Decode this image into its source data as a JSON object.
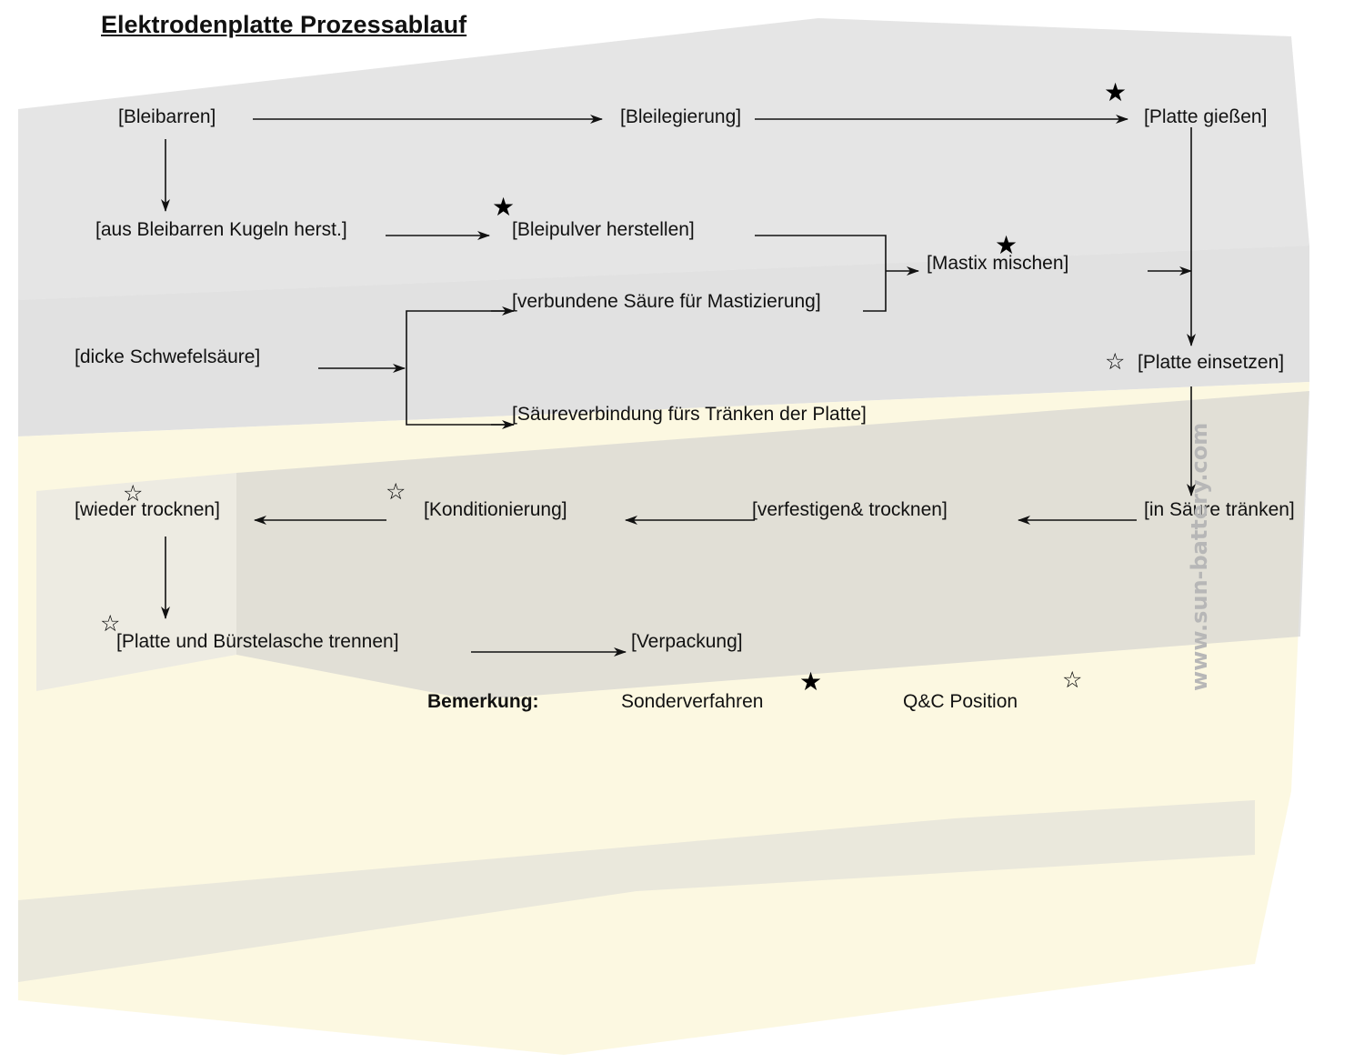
{
  "title": "Elektrodenplatte Prozessablauf",
  "nodes": {
    "bleibarren": "[Bleibarren]",
    "bleilegierung": "[Bleilegierung]",
    "platte_giessen": "[Platte gießen]",
    "kugeln": "[aus Bleibarren Kugeln herst.]",
    "bleipulver": "[Bleipulver herstellen]",
    "mastix": "[Mastix mischen]",
    "saeure_mastizierung": "[verbundene Säure für Mastizierung]",
    "schwefelsaeure": "[dicke Schwefelsäure]",
    "platte_einsetzen": "[Platte einsetzen]",
    "saeure_traenken": "[Säureverbindung fürs Tränken der Platte]",
    "wieder_trocknen": "[wieder trocknen]",
    "konditionierung": "[Konditionierung]",
    "verfestigen": "[verfestigen& trocknen]",
    "in_saeure": "[in Säure tränken]",
    "trennen": "[Platte und Bürstelasche trennen]",
    "verpackung": "[Verpackung]"
  },
  "markers": {
    "solid_star": "★",
    "open_star": "☆"
  },
  "legend": {
    "label": "Bemerkung:",
    "special": "Sonderverfahren",
    "qc": "Q&C Position"
  },
  "watermark": "www.sun-battery.com",
  "colors": {
    "battery_top": "#c9c9c9",
    "battery_body": "#fbf8e2",
    "battery_band": "#d2d2d2",
    "ink": "#111111"
  }
}
